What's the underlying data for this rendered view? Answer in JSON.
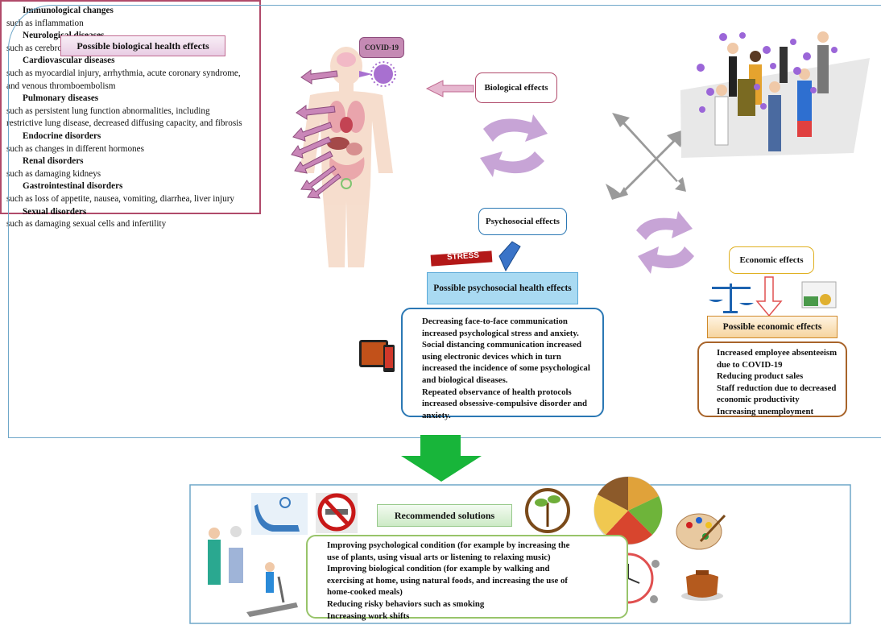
{
  "covid_label": "COVID-19",
  "bio_effects_label": "Biological effects",
  "psy_effects_label": "Psychosocial effects",
  "eco_effects_label": "Economic effects",
  "bio_title": "Possible biological health effects",
  "bio_items": [
    {
      "heading": "Immunological changes",
      "lines": [
        "such as inflammation"
      ]
    },
    {
      "heading": "Neurological diseases",
      "lines": [
        "such as cerebrovascular disease, anosmia, and ageusia"
      ]
    },
    {
      "heading": "Cardiovascular diseases",
      "lines": [
        "such as myocardial injury, arrhythmia, acute coronary syndrome,",
        "and venous thromboembolism"
      ]
    },
    {
      "heading": "Pulmonary diseases",
      "lines": [
        "such as persistent lung function abnormalities, including",
        "restrictive lung disease, decreased diffusing capacity, and fibrosis"
      ]
    },
    {
      "heading": "Endocrine disorders",
      "lines": [
        "such as changes in different hormones"
      ]
    },
    {
      "heading": "Renal disorders",
      "lines": [
        "such as damaging kidneys"
      ]
    },
    {
      "heading": "Gastrointestinal disorders",
      "lines": [
        "such as loss of appetite, nausea, vomiting, diarrhea, liver injury"
      ]
    },
    {
      "heading": "Sexual disorders",
      "lines": [
        "such as damaging sexual cells and infertility"
      ]
    }
  ],
  "stress_word": "STRESS",
  "psy_title": "Possible psychosocial health effects",
  "psy_lines": [
    "Decreasing face-to-face communication",
    "increased psychological stress and anxiety.",
    "Social distancing communication increased",
    "using electronic devices which in turn",
    "increased the incidence of some psychological",
    "and biological diseases.",
    "Repeated observance of health protocols",
    "increased obsessive-compulsive disorder and",
    "anxiety."
  ],
  "eco_title": "Possible economic effects",
  "eco_lines": [
    "Increased employee absenteeism",
    "due to COVID-19",
    "Reducing product sales",
    "Staff reduction due to decreased",
    "economic productivity",
    "Increasing unemployment"
  ],
  "sol_title": "Recommended solutions",
  "sol_lines": [
    "Improving psychological condition (for example by increasing the",
    "use of plants, using visual arts or listening to relaxing music)",
    "Improving biological condition (for example by walking and",
    "exercising at home, using natural foods, and increasing the use of",
    "home-cooked meals)",
    "Reducing risky behaviors such as smoking",
    "Increasing work shifts"
  ],
  "colors": {
    "frame": "#6fa7c9",
    "bio": "#b04a6a",
    "psy": "#2b78b4",
    "eco": "#a8642a",
    "sol": "#98c46a",
    "cycle_arrow": "#c7a4d6",
    "down_arrow": "#18b53a"
  }
}
